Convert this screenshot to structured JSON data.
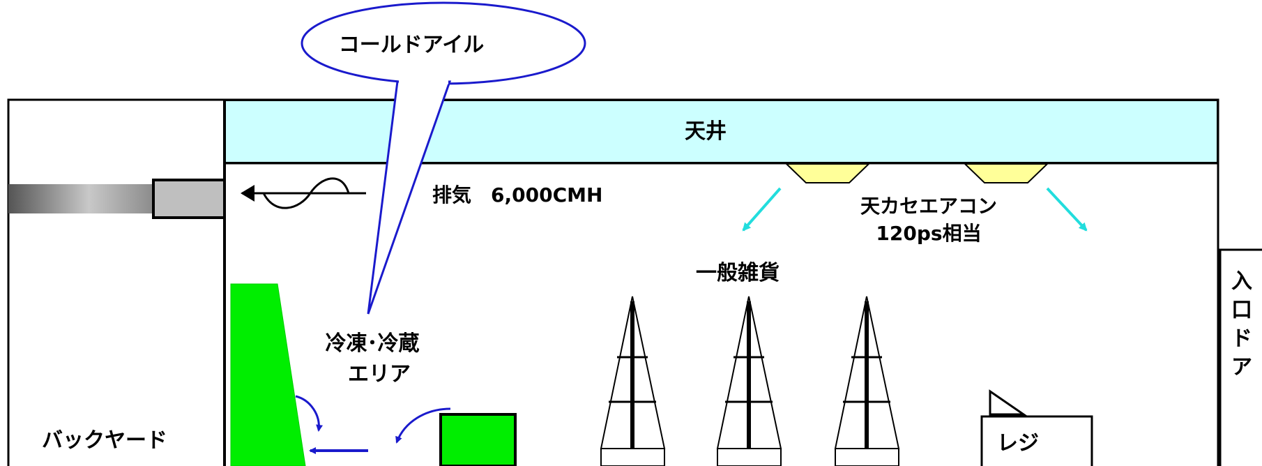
{
  "labels": {
    "callout": "コールドアイル",
    "ceiling": "天井",
    "exhaust": "排気　6,000CMH",
    "aircon_line1": "天カセエアコン",
    "aircon_line2": "120ps相当",
    "general_goods": "一般雑貨",
    "frozen_line1": "冷凍･冷蔵",
    "frozen_line2": "エリア",
    "backyard": "バックヤード",
    "register": "レジ",
    "entrance_door": [
      "入",
      "口",
      "ド",
      "ア"
    ]
  },
  "colors": {
    "ceiling_fill": "#ccffff",
    "freezer_green": "#00ee00",
    "callout_line": "#1a1acc",
    "airflow_blue": "#1a1acc",
    "cool_air_cyan": "#22dddd",
    "aircon_unit_fill": "#ffff99",
    "duct_gray": "#bfbfbf"
  },
  "icons": {
    "exhaust_fan": "sine-wave-arrow-icon",
    "register_display": "triangle-flag-icon"
  }
}
